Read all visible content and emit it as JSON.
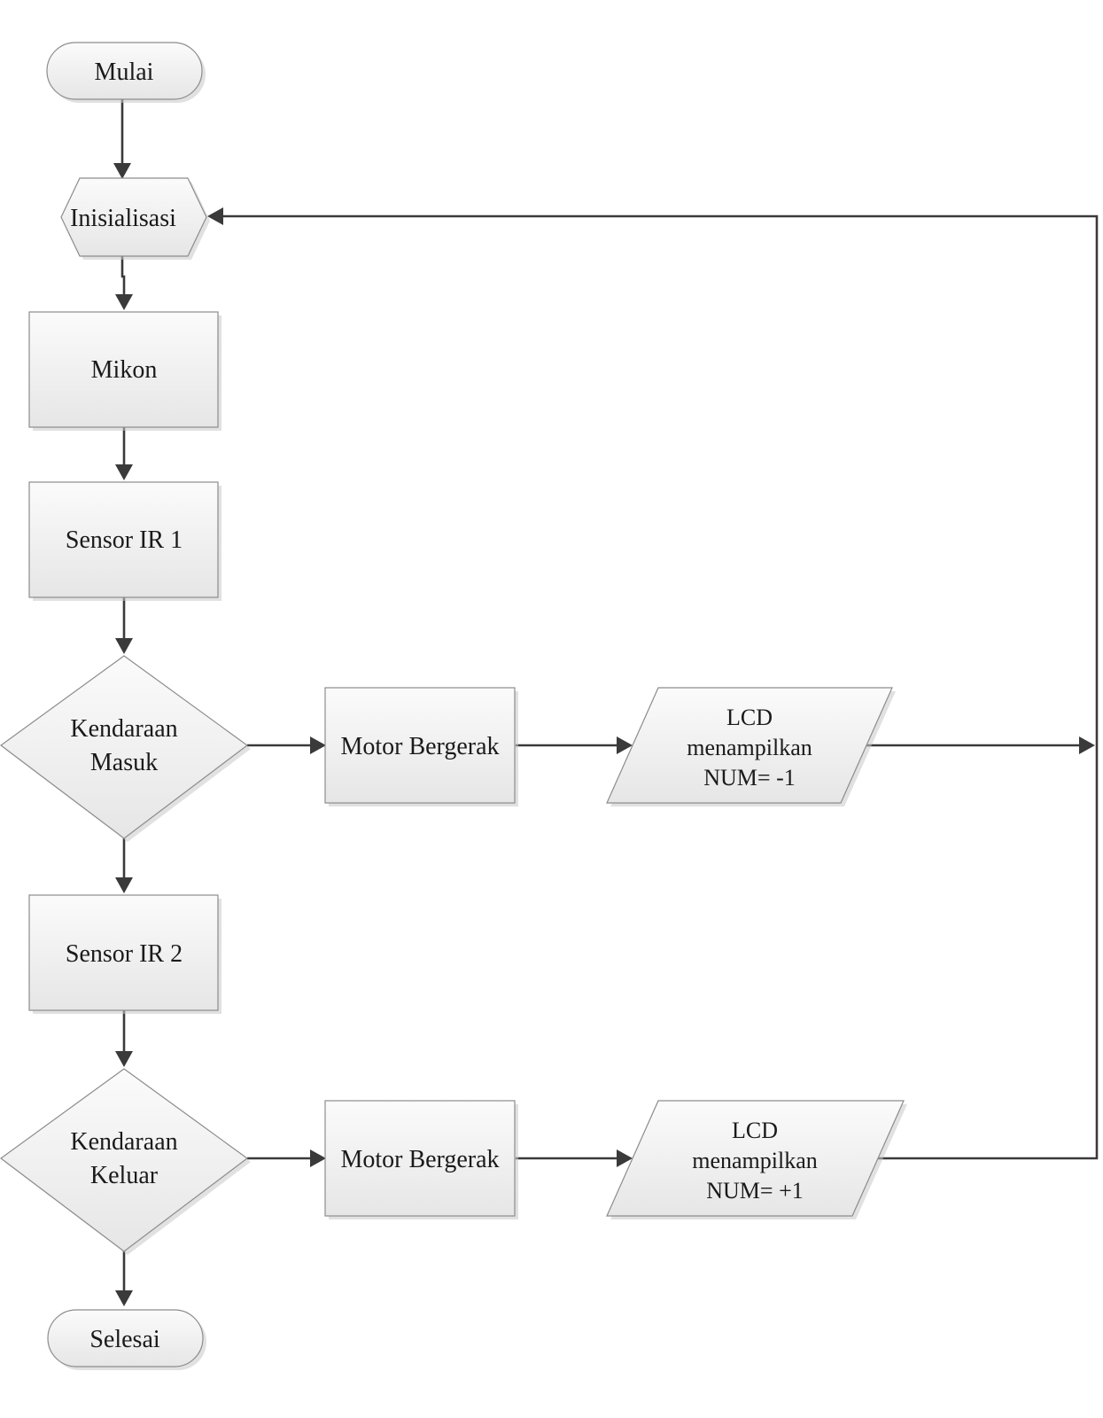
{
  "flowchart": {
    "start": "Mulai",
    "init": "Inisialisasi",
    "mcu": "Mikon",
    "sensor1": "Sensor IR 1",
    "decision1": [
      "Kendaraan",
      "Masuk"
    ],
    "motor1": "Motor Bergerak",
    "lcd1": [
      "LCD",
      "menampilkan",
      "NUM=  -1"
    ],
    "sensor2": "Sensor IR 2",
    "decision2": [
      "Kendaraan",
      "Keluar"
    ],
    "motor2": "Motor Bergerak",
    "lcd2": [
      "LCD",
      "menampilkan",
      "NUM=  +1"
    ],
    "end": "Selesai"
  },
  "colors": {
    "fill_top": "#fbfbfb",
    "fill_bottom": "#e6e6e6",
    "stroke": "#8c8c8c",
    "connector": "#3a3a3a"
  }
}
